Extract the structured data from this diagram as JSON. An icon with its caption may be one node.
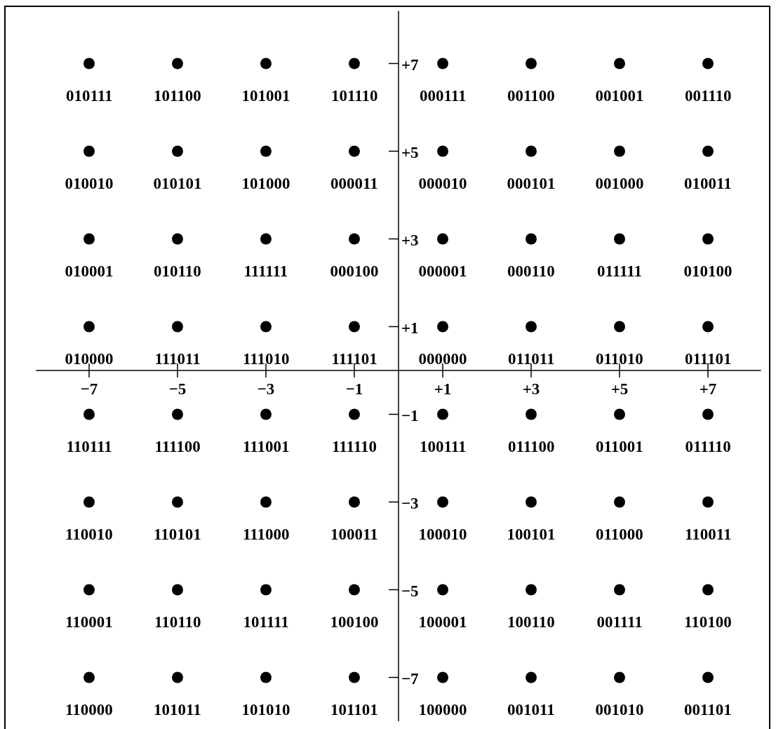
{
  "diagram": {
    "labels": [
      "010111",
      "101100",
      "101001",
      "101110",
      "000111",
      "001100",
      "001001",
      "001110",
      "010010",
      "010101",
      "101000",
      "000011",
      "000010",
      "000101",
      "001000",
      "010011",
      "010001",
      "010110",
      "111111",
      "000100",
      "000001",
      "000110",
      "011111",
      "010100",
      "010000",
      "111011",
      "111010",
      "111101",
      "000000",
      "011011",
      "011010",
      "011101",
      "110111",
      "111100",
      "111001",
      "111110",
      "100111",
      "011100",
      "011001",
      "011110",
      "110010",
      "110101",
      "111000",
      "100011",
      "100010",
      "100101",
      "011000",
      "110011",
      "110001",
      "110110",
      "101111",
      "100100",
      "100001",
      "100110",
      "001111",
      "110100",
      "110000",
      "101011",
      "101010",
      "101101",
      "100000",
      "001011",
      "001010",
      "001101"
    ],
    "chart_data": {
      "type": "scatter",
      "x": [
        -7,
        -5,
        -3,
        -1,
        1,
        3,
        5,
        7,
        -7,
        -5,
        -3,
        -1,
        1,
        3,
        5,
        7,
        -7,
        -5,
        -3,
        -1,
        1,
        3,
        5,
        7,
        -7,
        -5,
        -3,
        -1,
        1,
        3,
        5,
        7,
        -7,
        -5,
        -3,
        -1,
        1,
        3,
        5,
        7,
        -7,
        -5,
        -3,
        -1,
        1,
        3,
        5,
        7,
        -7,
        -5,
        -3,
        -1,
        1,
        3,
        5,
        7,
        -7,
        -5,
        -3,
        -1,
        1,
        3,
        5,
        7
      ],
      "series": [
        {
          "color": "#000000",
          "values": [
            7,
            7,
            7,
            7,
            7,
            7,
            7,
            7,
            5,
            5,
            5,
            5,
            5,
            5,
            5,
            5,
            3,
            3,
            3,
            3,
            3,
            3,
            3,
            3,
            1,
            1,
            1,
            1,
            1,
            1,
            1,
            1,
            -1,
            -1,
            -1,
            -1,
            -1,
            -1,
            -1,
            -1,
            -3,
            -3,
            -3,
            -3,
            -3,
            -3,
            -3,
            -3,
            -5,
            -5,
            -5,
            -5,
            -5,
            -5,
            -5,
            -5,
            -7,
            -7,
            -7,
            -7,
            -7,
            -7,
            -7,
            -7
          ]
        }
      ],
      "xlim": [
        -8.2,
        8.2
      ],
      "ylim": [
        -8,
        8.2
      ],
      "xticks": [
        {
          "value": -7,
          "label": "−7"
        },
        {
          "value": -5,
          "label": "−5"
        },
        {
          "value": -3,
          "label": "−3"
        },
        {
          "value": -1,
          "label": "−1"
        },
        {
          "value": 1,
          "label": "+1"
        },
        {
          "value": 3,
          "label": "+3"
        },
        {
          "value": 5,
          "label": "+5"
        },
        {
          "value": 7,
          "label": "+7"
        }
      ],
      "yticks": [
        {
          "value": 7,
          "label": "+7"
        },
        {
          "value": 5,
          "label": "+5"
        },
        {
          "value": 3,
          "label": "+3"
        },
        {
          "value": 1,
          "label": "+1"
        },
        {
          "value": -1,
          "label": "−1"
        },
        {
          "value": -3,
          "label": "−3"
        },
        {
          "value": -5,
          "label": "−5"
        },
        {
          "value": -7,
          "label": "−7"
        }
      ]
    }
  }
}
